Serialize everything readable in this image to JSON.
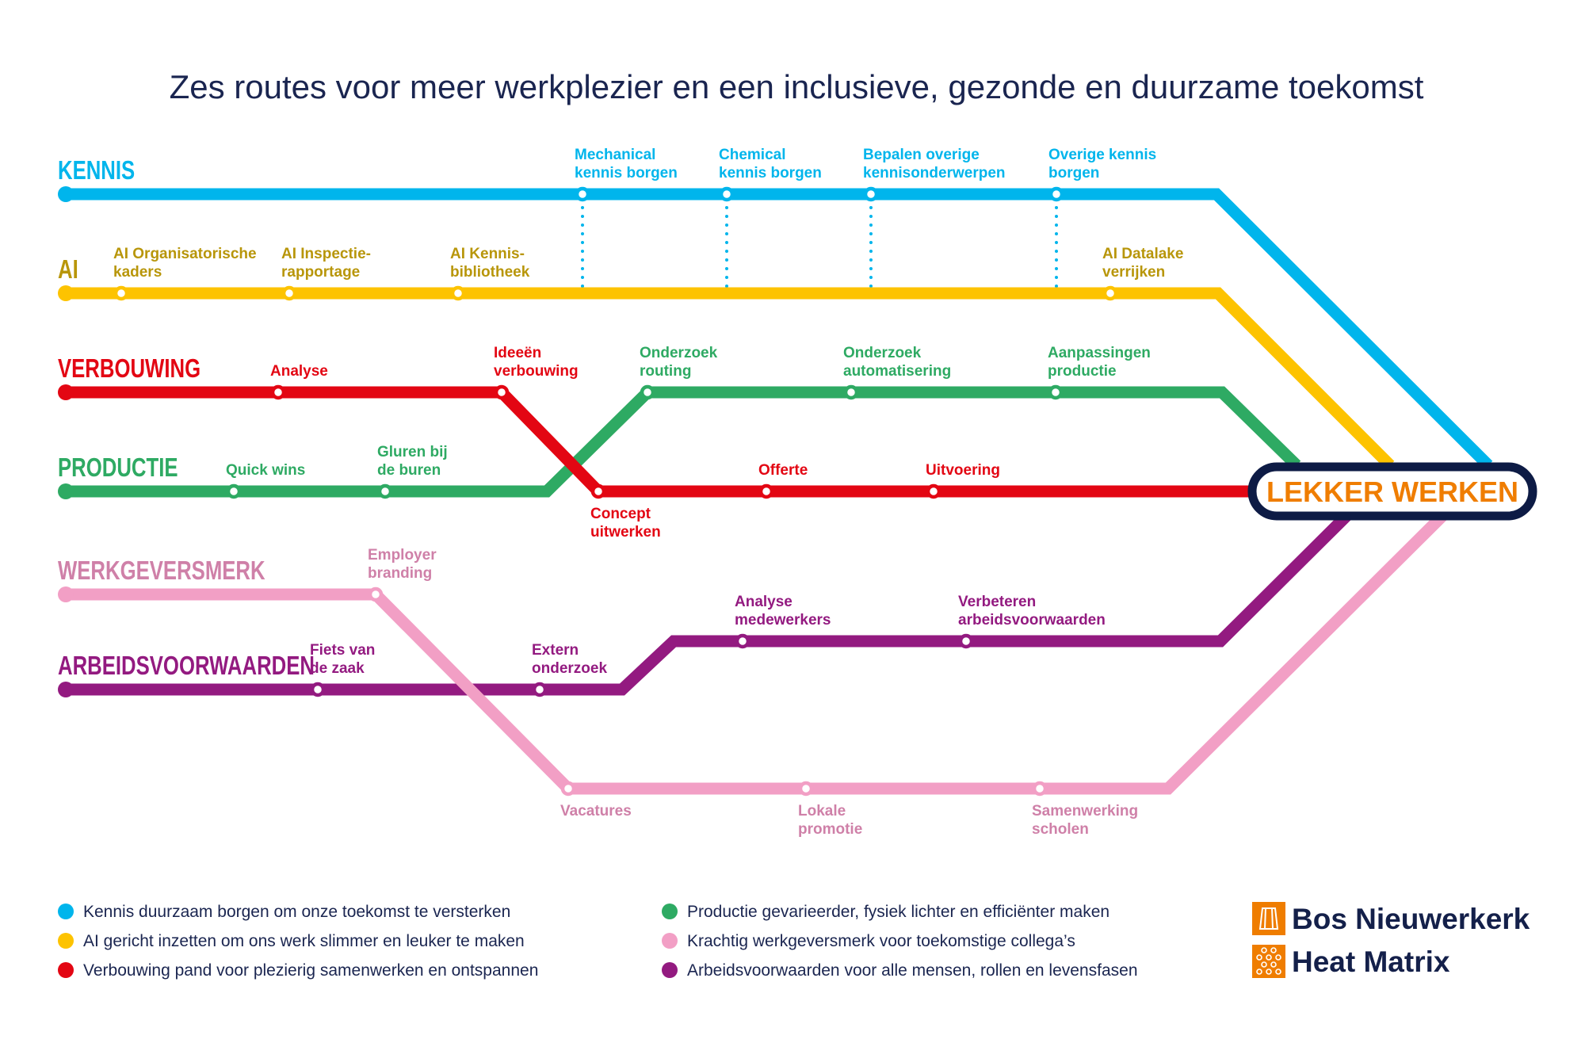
{
  "title": "Zes routes voor meer werkplezier en een inclusieve, gezonde en duurzame toekomst",
  "destination": "LEKKER WERKEN",
  "lines": [
    {
      "name": "KENNIS",
      "color": "#00b5ec",
      "label_color": "#00b5ec",
      "stations": [
        [
          "Mechanical",
          "kennis borgen"
        ],
        [
          "Chemical",
          "kennis borgen"
        ],
        [
          "Bepalen overige",
          "kennisonderwerpen"
        ],
        [
          "Overige kennis",
          "borgen"
        ]
      ]
    },
    {
      "name": "AI",
      "color": "#fdc300",
      "label_color": "#b8960a",
      "stations": [
        [
          "AI Organisatorische",
          "kaders"
        ],
        [
          "AI Inspectie-",
          "rapportage"
        ],
        [
          "AI Kennis-",
          "bibliotheek"
        ],
        [
          "AI Datalake",
          "verrijken"
        ]
      ]
    },
    {
      "name": "VERBOUWING",
      "color": "#e30613",
      "label_color": "#e30613",
      "stations": [
        [
          "Analyse"
        ],
        [
          "Ideeën",
          "verbouwing"
        ],
        [
          "Concept",
          "uitwerken"
        ],
        [
          "Offerte"
        ],
        [
          "Uitvoering"
        ]
      ]
    },
    {
      "name": "PRODUCTIE",
      "color": "#2eaa63",
      "label_color": "#2eaa63",
      "stations": [
        [
          "Quick wins"
        ],
        [
          "Gluren bij",
          "de buren"
        ],
        [
          "Onderzoek",
          "routing"
        ],
        [
          "Onderzoek",
          "automatisering"
        ],
        [
          "Aanpassingen",
          "productie"
        ]
      ]
    },
    {
      "name": "WERKGEVERSMERK",
      "color": "#f29fc5",
      "label_color": "#cf80a8",
      "stations": [
        [
          "Employer",
          "branding"
        ],
        [
          "Vacatures"
        ],
        [
          "Lokale",
          "promotie"
        ],
        [
          "Samenwerking",
          "scholen"
        ]
      ]
    },
    {
      "name": "ARBEIDSVOORWAARDEN",
      "color": "#931a80",
      "label_color": "#931a80",
      "stations": [
        [
          "Fiets van",
          "de zaak"
        ],
        [
          "Extern",
          "onderzoek"
        ],
        [
          "Analyse",
          "medewerkers"
        ],
        [
          "Verbeteren",
          "arbeidsvoorwaarden"
        ]
      ]
    }
  ],
  "legend": [
    {
      "text": "Kennis duurzaam borgen om onze toekomst te versterken",
      "color": "#00b5ec"
    },
    {
      "text": "AI gericht inzetten om ons werk slimmer en leuker te maken",
      "color": "#fdc300"
    },
    {
      "text": "Verbouwing pand voor plezierig samenwerken en ontspannen",
      "color": "#e30613"
    },
    {
      "text": "Productie gevarieerder, fysiek lichter en efficiënter maken",
      "color": "#2eaa63"
    },
    {
      "text": "Krachtig werkgeversmerk voor toekomstige collega’s",
      "color": "#f29fc5"
    },
    {
      "text": "Arbeidsvoorwaarden voor alle mensen, rollen en levensfasen",
      "color": "#931a80"
    }
  ],
  "logos": [
    {
      "text": "Bos Nieuwerkerk",
      "icon": "factory-icon"
    },
    {
      "text": "Heat Matrix",
      "icon": "tube-matrix-icon"
    }
  ],
  "colors": {
    "navy": "#0d1b45",
    "orange": "#ef7d00"
  }
}
